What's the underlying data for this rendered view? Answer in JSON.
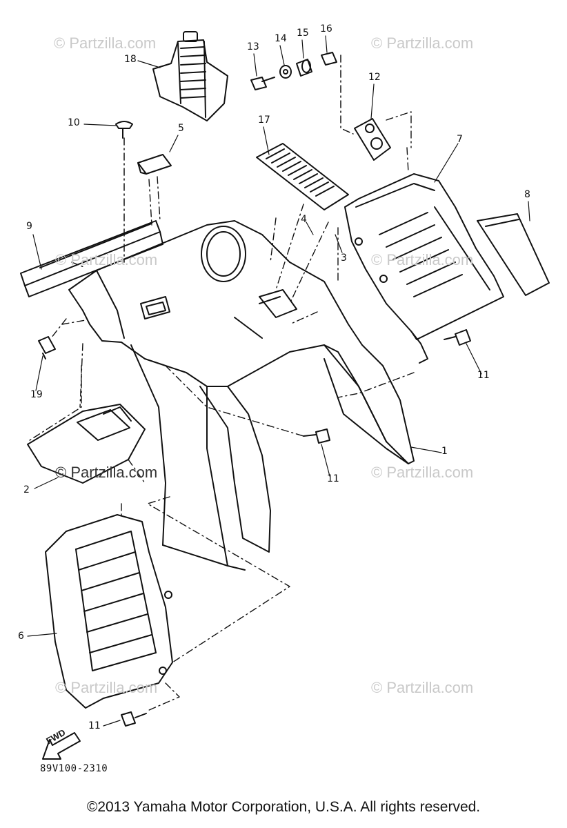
{
  "watermarks": [
    "© Partzilla.com",
    "© Partzilla.com",
    "© Partzilla.com",
    "© Partzilla.com",
    "© Partzilla.com",
    "© Partzilla.com",
    "© Partzilla.com",
    "© Partzilla.com"
  ],
  "callouts": {
    "c1": "1",
    "c2": "2",
    "c3": "3",
    "c4": "4",
    "c5": "5",
    "c6": "6",
    "c7": "7",
    "c8": "8",
    "c9": "9",
    "c10": "10",
    "c11a": "11",
    "c11b": "11",
    "c11c": "11",
    "c12": "12",
    "c13": "13",
    "c14": "14",
    "c15": "15",
    "c16": "16",
    "c17": "17",
    "c18": "18",
    "c19": "19"
  },
  "fwd_label": "FWD",
  "drawing_code": "89V100-2310",
  "copyright": "©2013  Yamaha Motor Corporation, U.S.A. All rights reserved."
}
